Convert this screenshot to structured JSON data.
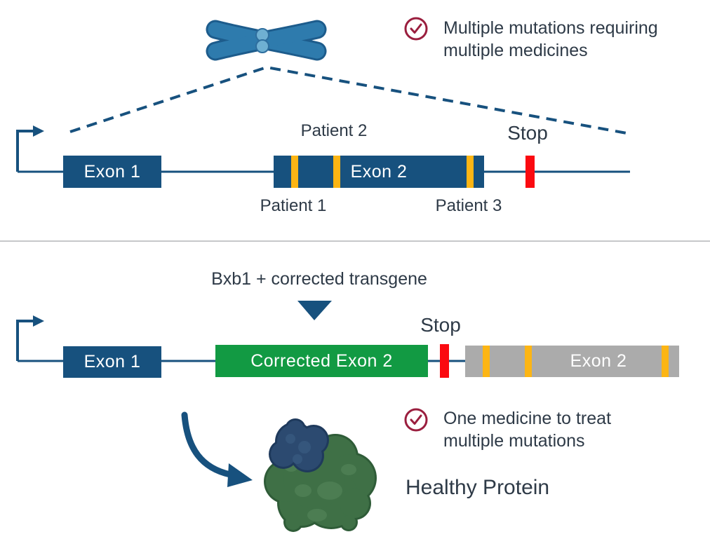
{
  "colors": {
    "navy": "#17517e",
    "line": "#17517e",
    "yellow": "#fcb514",
    "red": "#fb0a10",
    "green": "#129a43",
    "gray": "#ababab",
    "maroon": "#9a1e3e",
    "text": "#2e3a47",
    "divider": "#c6c8ca",
    "chrom": "#2e7bad",
    "chrom-dark": "#1d5c8c",
    "chrom-light": "#6fb0d2",
    "pgreen": "#3f7046",
    "pgreen-dark": "#2f5c38",
    "pgreen-light": "#4c7d52",
    "pnavy": "#2c4a70",
    "pnavy-dark": "#1f3a5c"
  },
  "icons": {
    "check": "circled checkmark",
    "chromosome": "blue chromosome",
    "promoter_arrow": "bent promoter arrow",
    "insertion_triangle": "down triangle",
    "curved_arrow": "curved down-right arrow",
    "protein": "healthy protein blob"
  },
  "top": {
    "benefit": {
      "line1": "Multiple mutations requiring",
      "line2": "multiple medicines"
    },
    "gene": {
      "exon1": "Exon 1",
      "exon2": "Exon 2",
      "stop": "Stop",
      "patient1": "Patient 1",
      "patient2": "Patient 2",
      "patient3": "Patient 3"
    }
  },
  "bottom": {
    "treatment_label": "Bxb1 + corrected transgene",
    "gene": {
      "exon1": "Exon 1",
      "corrected_exon2": "Corrected Exon 2",
      "stop": "Stop",
      "old_exon2": "Exon 2"
    },
    "benefit": {
      "line1": "One medicine to treat",
      "line2": "multiple mutations"
    },
    "protein_label": "Healthy Protein"
  }
}
